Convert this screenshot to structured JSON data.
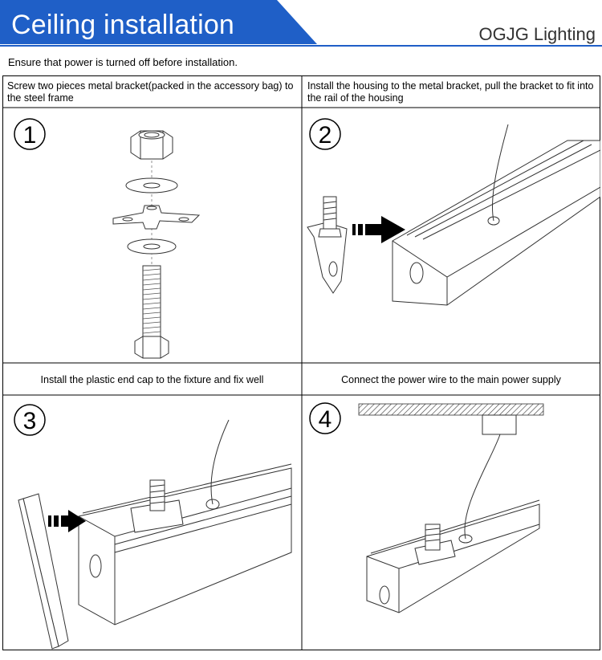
{
  "header": {
    "title": "Ceiling installation",
    "brand": "OGJG Lighting",
    "banner_color": "#1f5fc7"
  },
  "notice": "Ensure that power is turned off before installation.",
  "steps": [
    {
      "number": "1",
      "instruction": "Screw two pieces metal bracket(packed in the accessory bag) to the steel frame"
    },
    {
      "number": "2",
      "instruction": "Install the housing to the metal bracket, pull the bracket to fit into the rail of the housing"
    },
    {
      "number": "3",
      "instruction": "Install the plastic end cap to the fixture and fix well"
    },
    {
      "number": "4",
      "instruction": "Connect the power wire to  the main power supply"
    }
  ]
}
